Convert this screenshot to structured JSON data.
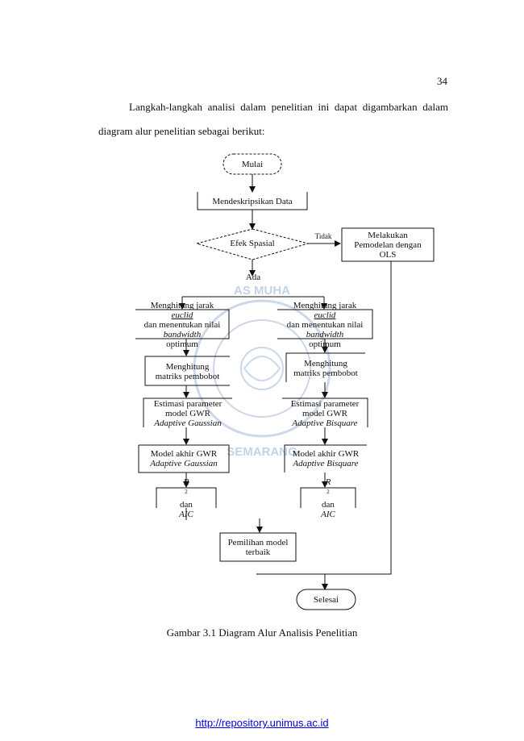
{
  "page_number": "34",
  "intro": {
    "line1": "Langkah-langkah analisi dalam penelitian ini dapat digambarkan dalam",
    "line2": "diagram alur penelitian sebagai berikut:"
  },
  "watermark": {
    "text_top": "AS MUHA",
    "text_bottom": "SEMARANG",
    "color": "#1a4fa0"
  },
  "flowchart": {
    "start": "Mulai",
    "describe": "Mendeskripsikan Data",
    "decision": "Efek Spasial",
    "no_label": "Tidak",
    "yes_label": "Ada",
    "ols": {
      "line1": "Melakukan",
      "line2": "Pemodelan dengan",
      "line3": "OLS"
    },
    "left": {
      "distance": {
        "pre": "Menghitung jarak ",
        "euclid": "euclid",
        "line2": "dan menentukan nilai",
        "bandwidth": "bandwidth",
        "post": " optimum"
      },
      "weights": {
        "line1": "Menghitung",
        "line2": "matriks pembobot"
      },
      "estimation": {
        "line1": "Estimasi parameter",
        "line2": "model GWR",
        "line3": "Adaptive Gaussian"
      },
      "final_model": {
        "line1": "Model akhir GWR",
        "line2": "Adaptive Gaussian"
      },
      "r2aic": {
        "r": "R",
        "sup": "2",
        "mid": " dan ",
        "aic": "AIC"
      }
    },
    "right": {
      "distance": {
        "pre": "Menghitung jarak ",
        "euclid": "euclid",
        "line2": "dan menentukan nilai",
        "bandwidth": "bandwidth",
        "post": " optimum"
      },
      "weights": {
        "line1": "Menghitung",
        "line2": "matriks pembobot"
      },
      "estimation": {
        "line1": "Estimasi parameter",
        "line2": "model GWR",
        "line3": "Adaptive Bisquare"
      },
      "final_model": {
        "line1": "Model akhir GWR",
        "line2": "Adaptive Bisquare"
      },
      "r2aic": {
        "r": "R",
        "sup": "2",
        "mid": " dan ",
        "aic": "AIC"
      }
    },
    "select": {
      "line1": "Pemilihan model",
      "line2": "terbaik"
    },
    "end": "Selesai"
  },
  "caption": "Gambar 3.1 Diagram Alur Analisis Penelitian",
  "footer_link": "http://repository.unimus.ac.id"
}
